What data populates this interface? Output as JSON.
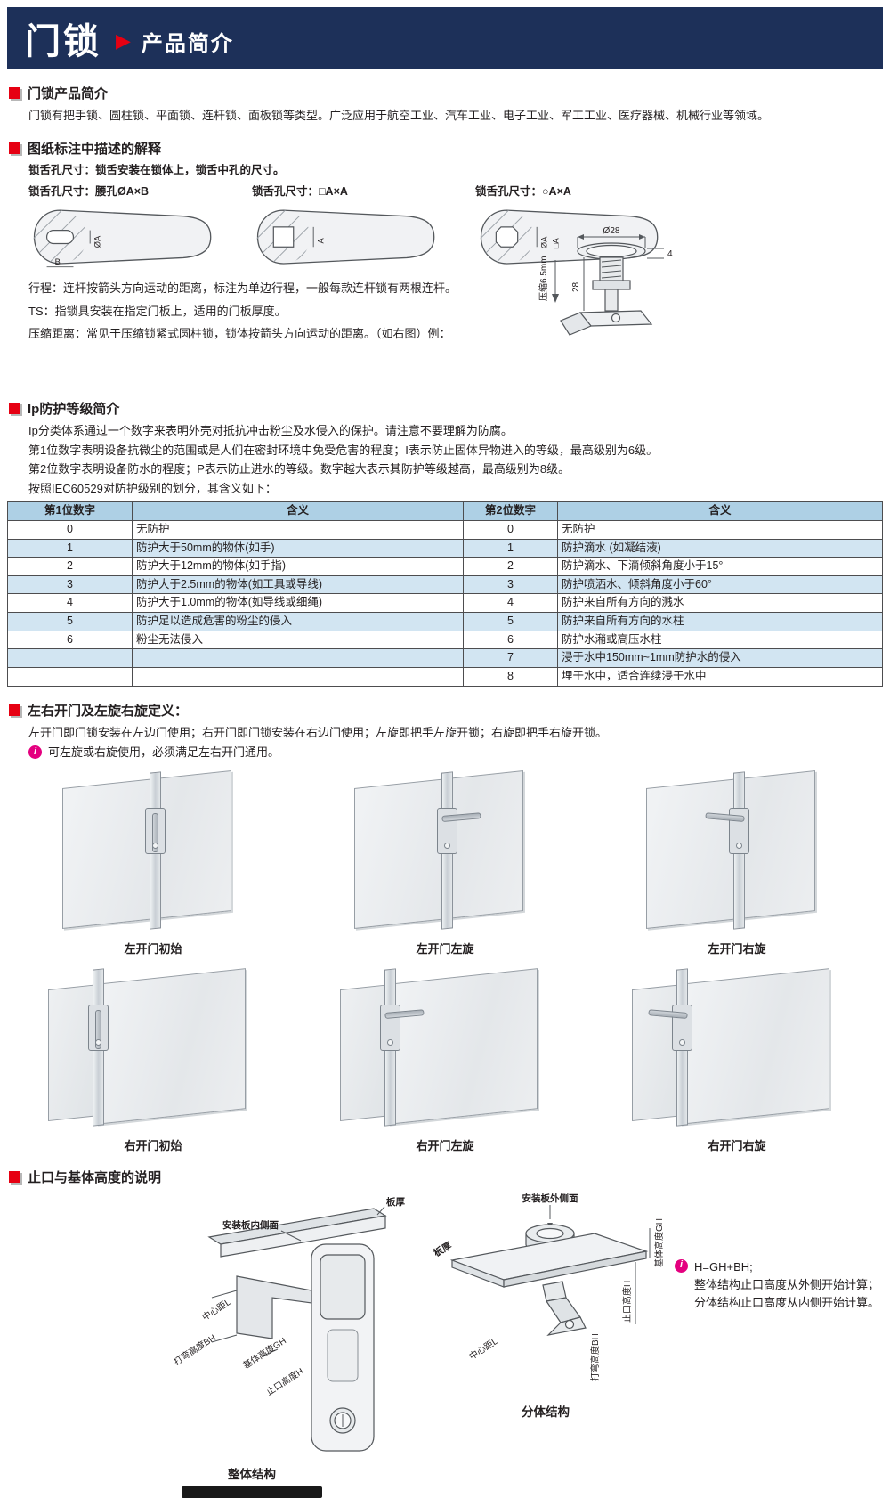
{
  "header": {
    "title": "门锁",
    "arrow": "▶",
    "subtitle": "产品简介"
  },
  "intro": {
    "title": "门锁产品简介",
    "body": "门锁有把手锁、圆柱锁、平面锁、连杆锁、面板锁等类型。广泛应用于航空工业、汽车工业、电子工业、军工工业、医疗器械、机械行业等领域。"
  },
  "drawing": {
    "title": "图纸标注中描述的解释",
    "intro": "锁舌孔尺寸：锁舌安装在锁体上，锁舌中孔的尺寸。",
    "d1_label": "锁舌孔尺寸：腰孔ØA×B",
    "d1_dim1": "ØA",
    "d1_dim2": "B",
    "d2_label": "锁舌孔尺寸：□A×A",
    "d2_dim1": "A",
    "d3_label": "锁舌孔尺寸：○A×A",
    "d3_dim1": "ØA",
    "d3_dim2": "□A",
    "stroke": "行程：连杆按箭头方向运动的距离，标注为单边行程，一般每款连杆锁有两根连杆。",
    "ts": "TS：指锁具安装在指定门板上，适用的门板厚度。",
    "compress": "压缩距离：常见于压缩锁紧式圆柱锁，锁体按箭头方向运动的距离。（如右图）例：",
    "fig": {
      "dia": "Ø28",
      "h": "4",
      "arrow_label": "压缩6.5mm",
      "depth": "28"
    }
  },
  "ip": {
    "title": "Ip防护等级简介",
    "p1": "Ip分类体系通过一个数字来表明外壳对抵抗冲击粉尘及水侵入的保护。请注意不要理解为防腐。",
    "p2": "第1位数字表明设备抗微尘的范围或是人们在密封环境中免受危害的程度；I表示防止固体异物进入的等级，最高级别为6级。",
    "p3": "第2位数字表明设备防水的程度；P表示防止进水的等级。数字越大表示其防护等级越高，最高级别为8级。",
    "p4": "按照IEC60529对防护级别的划分，其含义如下：",
    "table": {
      "headers": [
        "第1位数字",
        "含义",
        "第2位数字",
        "含义"
      ],
      "rows": [
        [
          "0",
          "无防护",
          "0",
          "无防护"
        ],
        [
          "1",
          "防护大于50mm的物体(如手)",
          "1",
          "防护滴水 (如凝结液)"
        ],
        [
          "2",
          "防护大于12mm的物体(如手指)",
          "2",
          "防护滴水、下滴倾斜角度小于15°"
        ],
        [
          "3",
          "防护大于2.5mm的物体(如工具或导线)",
          "3",
          "防护喷洒水、倾斜角度小于60°"
        ],
        [
          "4",
          "防护大于1.0mm的物体(如导线或细绳)",
          "4",
          "防护来自所有方向的溅水"
        ],
        [
          "5",
          "防护足以造成危害的粉尘的侵入",
          "5",
          "防护来自所有方向的水柱"
        ],
        [
          "6",
          "粉尘无法侵入",
          "6",
          "防护水潲或高压水柱"
        ],
        [
          "",
          "",
          "7",
          "浸于水中150mm~1mm防护水的侵入"
        ],
        [
          "",
          "",
          "8",
          "埋于水中，适合连续浸于水中"
        ]
      ]
    }
  },
  "doors": {
    "title": "左右开门及左旋右旋定义：",
    "p1": "左开门即门锁安装在左边门使用；右开门即门锁安装在右边门使用；左旋即把手左旋开锁；右旋即把手右旋开锁。",
    "note": "可左旋或右旋使用，必须满足左右开门通用。",
    "captions": [
      "左开门初始",
      "左开门左旋",
      "左开门右旋",
      "右开门初始",
      "右开门左旋",
      "右开门右旋"
    ]
  },
  "height": {
    "title": "止口与基体高度的说明",
    "whole": {
      "caption": "整体结构",
      "plate_thickness": "板厚",
      "inner_face": "安装板内侧面",
      "center_dist": "中心距L",
      "bend_height": "打弯高度BH",
      "base_height": "基体高度GH",
      "stop_height": "止口高度H"
    },
    "split": {
      "caption": "分体结构",
      "outer_face": "安装板外侧面",
      "plate_thickness": "板厚",
      "base_height": "基体高度GH",
      "stop_height": "止口高度H",
      "center_dist": "中心距L",
      "bend_height": "打弯高度BH"
    },
    "note1": "H=GH+BH;",
    "note2": "整体结构止口高度从外侧开始计算；",
    "note3": "分体结构止口高度从内侧开始计算。"
  },
  "colors": {
    "accent_red": "#e60012",
    "header_bg": "#1d3059",
    "table_header_bg": "#aed0e5",
    "table_alt_bg": "#d2e5f2",
    "info_icon": "#e4007f"
  }
}
